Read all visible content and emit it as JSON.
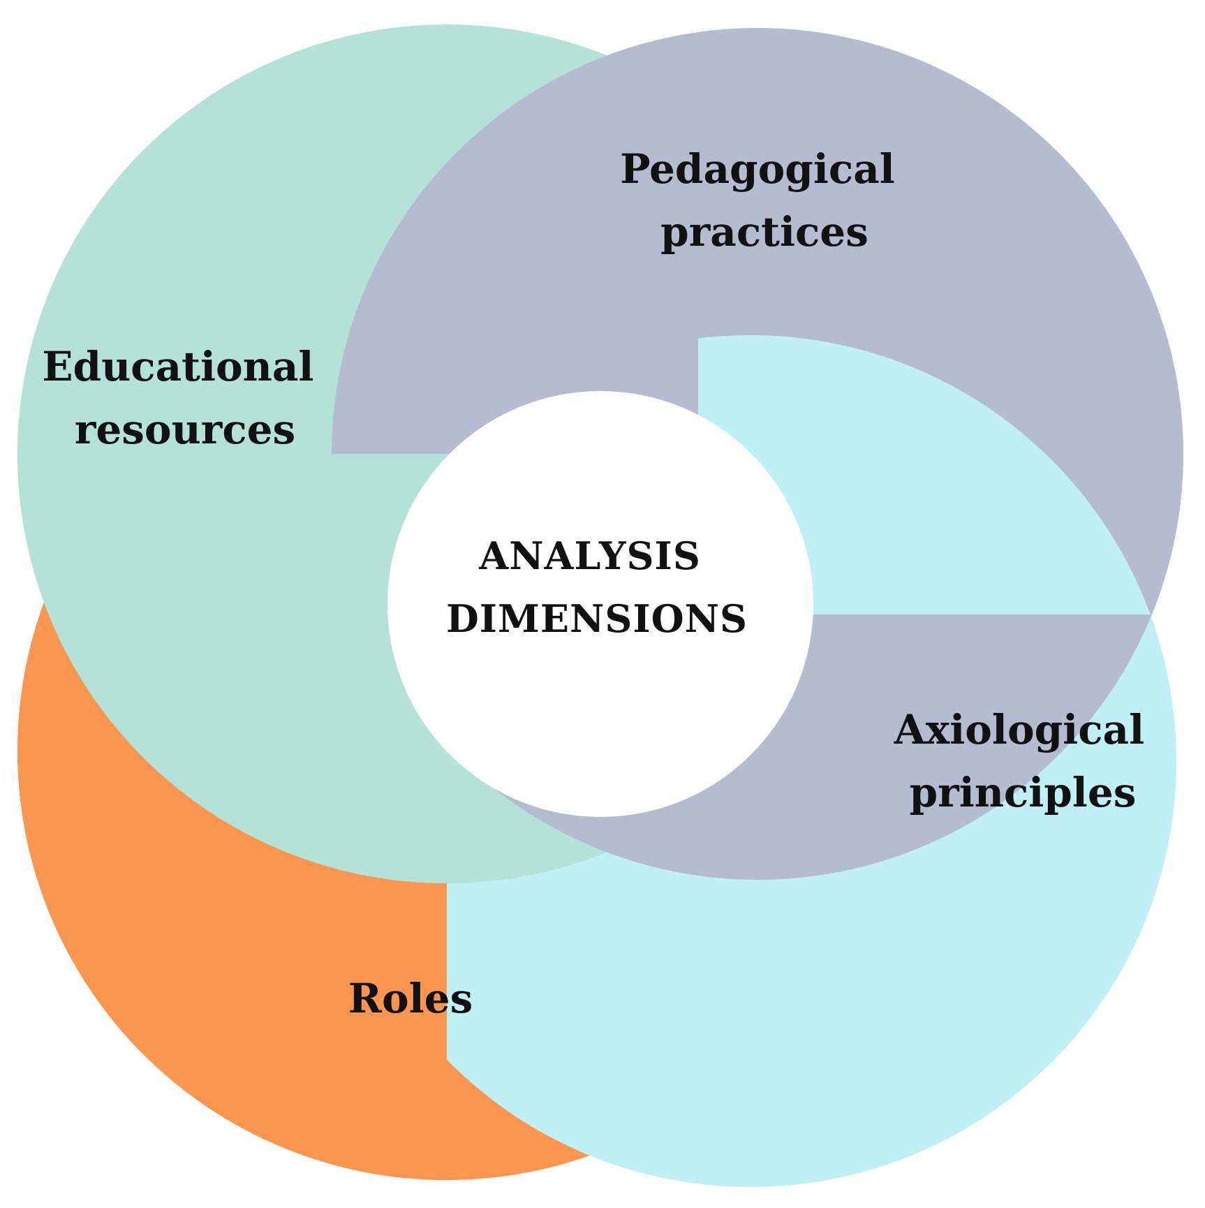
{
  "colors": {
    "educational": "#b5e2d6",
    "pedagogical": "#b5bccf",
    "axiological": "#c0eff6",
    "roles": "#fb954f",
    "center": "#ffffff",
    "text": "#111111"
  },
  "labels": {
    "educational": [
      "Educational",
      "resources"
    ],
    "pedagogical": [
      "Pedagogical",
      "practices"
    ],
    "axiological": [
      "Axiological",
      "principles"
    ],
    "roles": [
      "Roles"
    ],
    "center": [
      "ANALYSIS",
      "DIMENSIONS"
    ]
  }
}
